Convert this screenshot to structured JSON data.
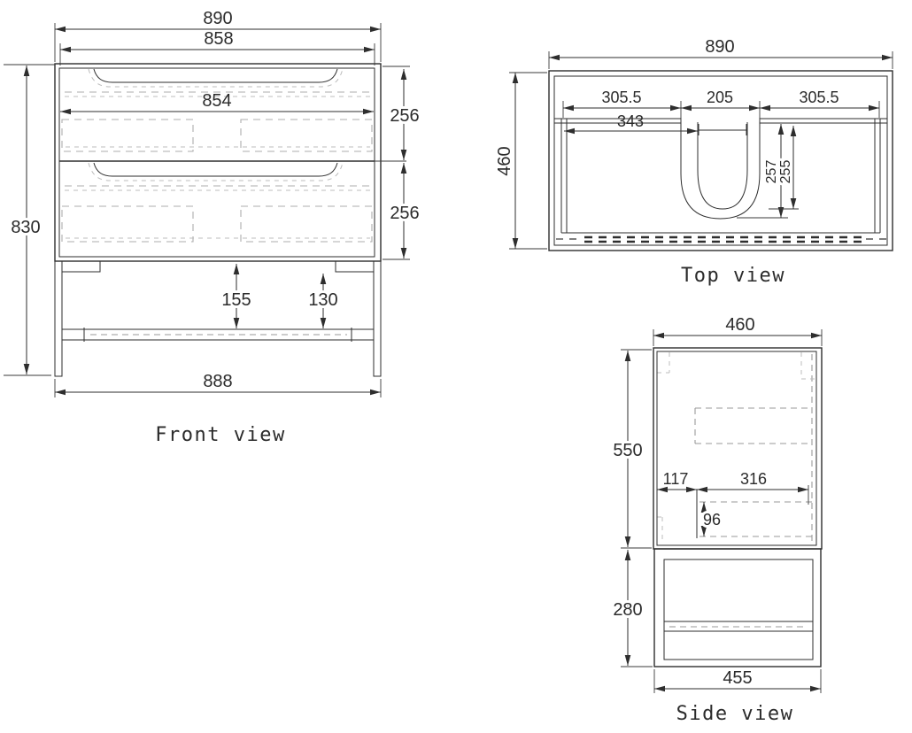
{
  "views": {
    "front": {
      "title": "Front view",
      "dims": {
        "overall_width": "890",
        "carcass_width": "858",
        "drawer_front_width": "854",
        "top_drawer_height": "256",
        "bottom_drawer_height": "256",
        "overall_height": "830",
        "plinth_height": "155",
        "plinth_inner_height": "130",
        "base_width": "888"
      }
    },
    "top": {
      "title": "Top view",
      "dims": {
        "overall_width": "890",
        "overall_depth": "460",
        "left_to_basin": "305.5",
        "basin_cutout_width": "205",
        "basin_to_right": "305.5",
        "left_bay_width": "343",
        "basin_depth_outer": "257",
        "basin_depth_inner": "255"
      }
    },
    "side": {
      "title": "Side view",
      "dims": {
        "overall_depth": "460",
        "cabinet_height": "550",
        "front_offset": "117",
        "cutout_depth": "316",
        "cutout_height": "96",
        "leg_height": "280",
        "base_depth": "455"
      }
    }
  },
  "colors": {
    "line": "#2e2e2e",
    "hidden_line": "#aeaeae",
    "background": "#ffffff"
  }
}
